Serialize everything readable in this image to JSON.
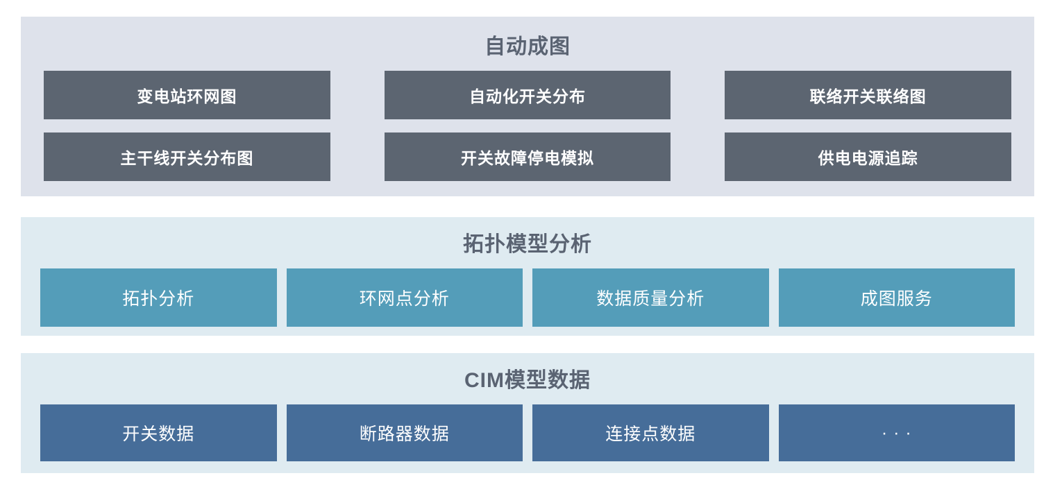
{
  "canvas": {
    "background": "#ffffff"
  },
  "sections": [
    {
      "title": "自动成图",
      "panel_color": "#dee2eb",
      "title_color": "#5a6372",
      "node_color": "#5c6571",
      "node_text_color": "#ffffff",
      "nodes": [
        "变电站环网图",
        "自动化开关分布",
        "联络开关联络图",
        "主干线开关分布图",
        "开关故障停电模拟",
        "供电电源追踪"
      ]
    },
    {
      "title": "拓扑模型分析",
      "panel_color": "#dfebf1",
      "title_color": "#5a6372",
      "node_color": "#549db9",
      "node_text_color": "#ffffff",
      "nodes": [
        "拓扑分析",
        "环网点分析",
        "数据质量分析",
        "成图服务"
      ]
    },
    {
      "title": "CIM模型数据",
      "panel_color": "#dfebf1",
      "title_color": "#5a6372",
      "node_color": "#466d99",
      "node_text_color": "#ffffff",
      "nodes": [
        "开关数据",
        "断路器数据",
        "连接点数据",
        "· · ·"
      ]
    }
  ]
}
